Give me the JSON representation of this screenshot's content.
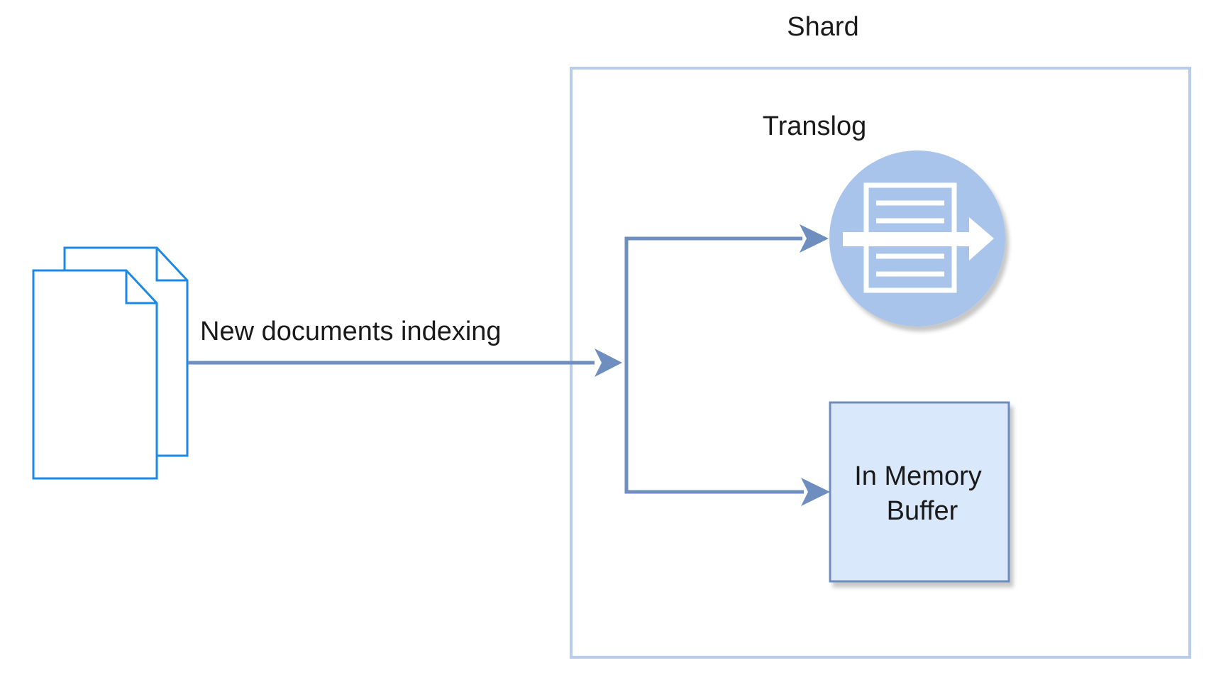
{
  "shard": {
    "title": "Shard"
  },
  "translog": {
    "title": "Translog",
    "icon": "translog-queue-icon"
  },
  "buffer": {
    "line1": "In Memory",
    "line2": "Buffer"
  },
  "source": {
    "icon": "documents-icon"
  },
  "edge": {
    "label": "New documents indexing"
  },
  "colors": {
    "shard_border": "#b8cdec",
    "arrow": "#6d8ebf",
    "document_outline": "#1e88e5",
    "translog_fill": "#a9c4eb",
    "buffer_fill": "#dae8fc",
    "buffer_border": "#6c8ebf"
  }
}
